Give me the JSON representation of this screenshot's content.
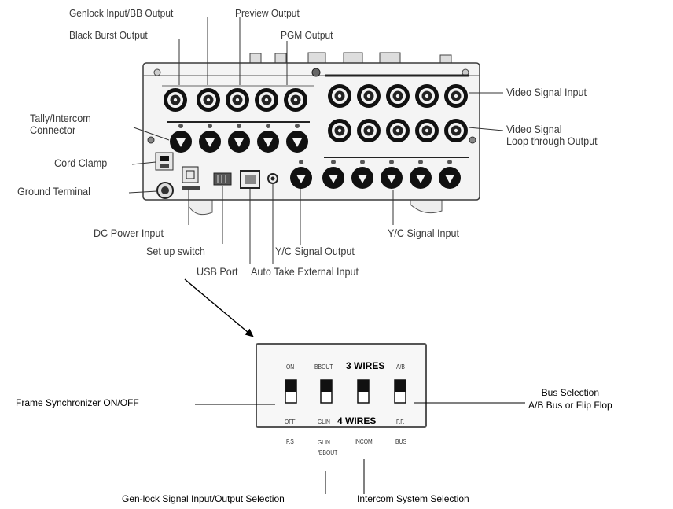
{
  "panel_labels": {
    "genlock_bb_output": "Genlock Input/BB Output",
    "preview_output": "Preview Output",
    "black_burst_output": "Black Burst Output",
    "pgm_output": "PGM Output",
    "tally_intercom_connector": "Tally/Intercom\nConnector",
    "cord_clamp": "Cord Clamp",
    "ground_terminal": "Ground Terminal",
    "dc_power_input": "DC Power Input",
    "setup_switch": "Set up switch",
    "usb_port": "USB Port",
    "auto_take_external_input": "Auto Take External Input",
    "yc_signal_output": "Y/C Signal Output",
    "yc_signal_input": "Y/C Signal Input",
    "video_signal_input": "Video Signal Input",
    "video_signal_loop": "Video Signal\nLoop through Output"
  },
  "switch_panel": {
    "top_labels": [
      "ON",
      "BBOUT",
      "A/B"
    ],
    "bottom_labels": [
      "OFF",
      "GLIN",
      "F.F."
    ],
    "wires_3": "3 WIRES",
    "wires_4": "4 WIRES",
    "function_labels": [
      "F.S",
      "GLIN\n/BBOUT",
      "INCOM",
      "BUS"
    ]
  },
  "switch_callouts": {
    "frame_sync": "Frame Synchronizer ON/OFF",
    "bus_selection": "Bus Selection\nA/B Bus or Flip Flop",
    "genlock_selection": "Gen-lock Signal Input/Output Selection",
    "intercom_selection": "Intercom System Selection"
  },
  "colors": {
    "line": "#333333",
    "panel_fill": "#f4f4f4",
    "connector": "#1a1a1a"
  }
}
